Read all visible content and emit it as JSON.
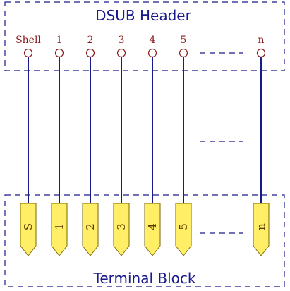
{
  "header": {
    "title": "DSUB Header"
  },
  "footer": {
    "title": "Terminal Block"
  },
  "pins": [
    {
      "label": "Shell",
      "terminal": "S"
    },
    {
      "label": "1",
      "terminal": "1"
    },
    {
      "label": "2",
      "terminal": "2"
    },
    {
      "label": "3",
      "terminal": "3"
    },
    {
      "label": "4",
      "terminal": "4"
    },
    {
      "label": "5",
      "terminal": "5"
    },
    {
      "label": "n",
      "terminal": "n"
    }
  ],
  "colors": {
    "box": "#1a1a8c",
    "pin_label": "#8b1a1a",
    "terminal_fill": "#ffee66"
  }
}
